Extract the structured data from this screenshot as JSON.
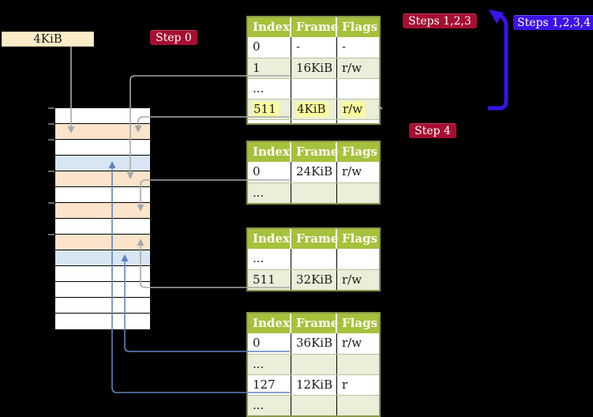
{
  "title": "Page table walk diagram",
  "colors": {
    "background": "#000000",
    "table_header_bg": "#a6c13c",
    "table_row_alt_bg": "#e9efd8",
    "table_border": "#8a974a",
    "highlight_yellow": "#fdfb9e",
    "badge_crimson": "#a50f31",
    "badge_blue": "#3c13e6",
    "stack_peach": "#fce3cb",
    "stack_blue": "#d8e6f4",
    "connector_gray": "#a8a8a8",
    "connector_blue": "#5f84bd"
  },
  "page_size_box": {
    "label": "4KiB"
  },
  "badges": {
    "step0": {
      "label": "Step 0"
    },
    "steps123": {
      "label": "Steps 1,2,3"
    },
    "steps1234": {
      "label": "Steps 1,2,3,4"
    },
    "step4": {
      "label": "Step 4"
    }
  },
  "memory_stack": {
    "rows": [
      {
        "color": "white"
      },
      {
        "color": "peach"
      },
      {
        "color": "white"
      },
      {
        "color": "blue"
      },
      {
        "color": "peach"
      },
      {
        "color": "white"
      },
      {
        "color": "peach"
      },
      {
        "color": "white"
      },
      {
        "color": "peach"
      },
      {
        "color": "blue"
      },
      {
        "color": "white"
      },
      {
        "color": "white"
      },
      {
        "color": "white"
      },
      {
        "color": "white"
      }
    ]
  },
  "page_tables": [
    {
      "name": "page-table-top",
      "headers": [
        "Index",
        "Frame",
        "Flags"
      ],
      "rows": [
        {
          "cells": [
            "0",
            "-",
            "-"
          ],
          "shaded": false,
          "highlight": false
        },
        {
          "cells": [
            "1",
            "16KiB",
            "r/w"
          ],
          "shaded": true,
          "highlight": false
        },
        {
          "cells": [
            "...",
            "",
            ""
          ],
          "shaded": false,
          "highlight": false
        },
        {
          "cells": [
            "511",
            "4KiB",
            "r/w"
          ],
          "shaded": true,
          "highlight": true
        }
      ],
      "clipped_bottom": true
    },
    {
      "name": "page-table-second",
      "headers": [
        "Index",
        "Frame",
        "Flags"
      ],
      "rows": [
        {
          "cells": [
            "0",
            "24KiB",
            "r/w"
          ],
          "shaded": false,
          "highlight": false
        },
        {
          "cells": [
            "...",
            "",
            ""
          ],
          "shaded": true,
          "highlight": false
        }
      ],
      "clipped_bottom": false
    },
    {
      "name": "page-table-third",
      "headers": [
        "Index",
        "Frame",
        "Flags"
      ],
      "rows": [
        {
          "cells": [
            "...",
            "",
            ""
          ],
          "shaded": false,
          "highlight": false
        },
        {
          "cells": [
            "511",
            "32KiB",
            "r/w"
          ],
          "shaded": true,
          "highlight": false
        }
      ],
      "clipped_bottom": false
    },
    {
      "name": "page-table-bottom",
      "headers": [
        "Index",
        "Frame",
        "Flags"
      ],
      "rows": [
        {
          "cells": [
            "0",
            "36KiB",
            "r/w"
          ],
          "shaded": false,
          "highlight": false
        },
        {
          "cells": [
            "...",
            "",
            ""
          ],
          "shaded": true,
          "highlight": false
        },
        {
          "cells": [
            "127",
            "12KiB",
            "r"
          ],
          "shaded": false,
          "highlight": false
        },
        {
          "cells": [
            "...",
            "",
            ""
          ],
          "shaded": true,
          "highlight": false
        }
      ],
      "clipped_bottom": false
    }
  ]
}
